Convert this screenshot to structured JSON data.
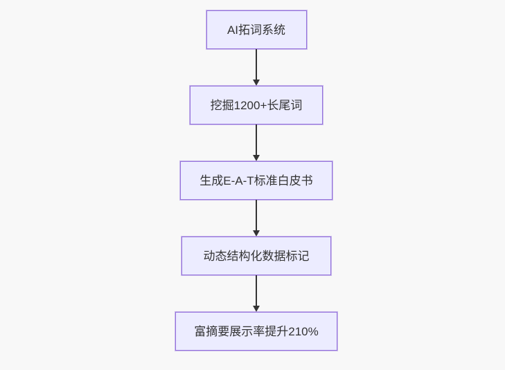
{
  "diagram": {
    "type": "flowchart",
    "direction": "top-down",
    "nodes": [
      {
        "label": "AI拓词系统"
      },
      {
        "label": "挖掘1200+长尾词"
      },
      {
        "label": "生成E-A-T标准白皮书"
      },
      {
        "label": "动态结构化数据标记"
      },
      {
        "label": "富摘要展示率提升210%"
      }
    ],
    "edges": [
      {
        "from": 0,
        "to": 1
      },
      {
        "from": 1,
        "to": 2
      },
      {
        "from": 2,
        "to": 3
      },
      {
        "from": 3,
        "to": 4
      }
    ],
    "colors": {
      "node_fill": "#ECECFF",
      "node_border": "#9370DB",
      "arrow": "#333333",
      "text": "#333333",
      "background": "#f8f8f8"
    }
  }
}
